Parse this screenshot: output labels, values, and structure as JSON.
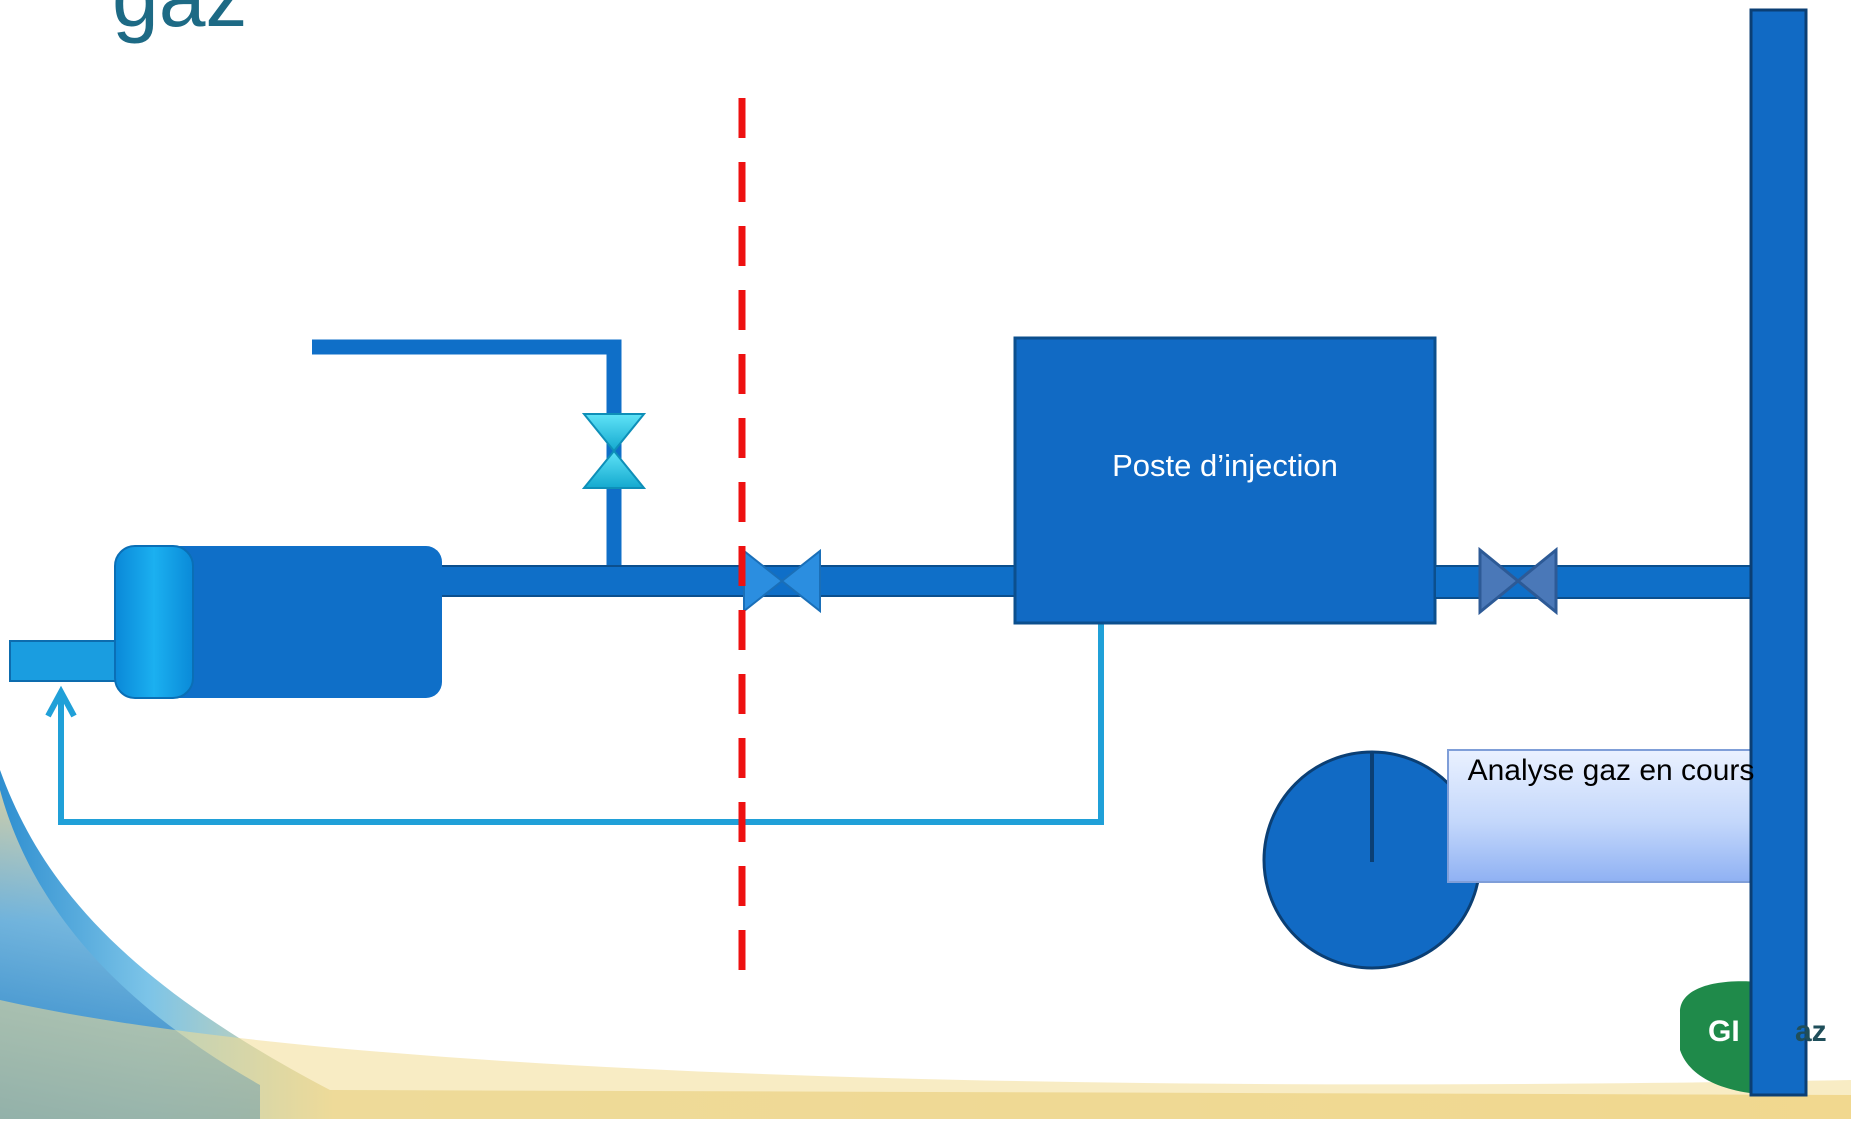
{
  "title": "gaz",
  "injection_station": {
    "label": "Poste d’injection"
  },
  "gas_analysis": {
    "label": "Analyse gaz  en cours"
  },
  "logo": {
    "left_text": "GI",
    "right_text": "az"
  },
  "colors": {
    "pipe": "#0f6fc8",
    "pipe_dark": "#0d5fb0",
    "return_line": "#20a0d8",
    "valve_cyan": "#29c5e6",
    "valve_blue": "#2b8ee0",
    "valve_grey_blue": "#4a78b8",
    "boundary_line": "#ee1111",
    "title": "#1d6a85",
    "logo_green": "#1f8a4a"
  }
}
